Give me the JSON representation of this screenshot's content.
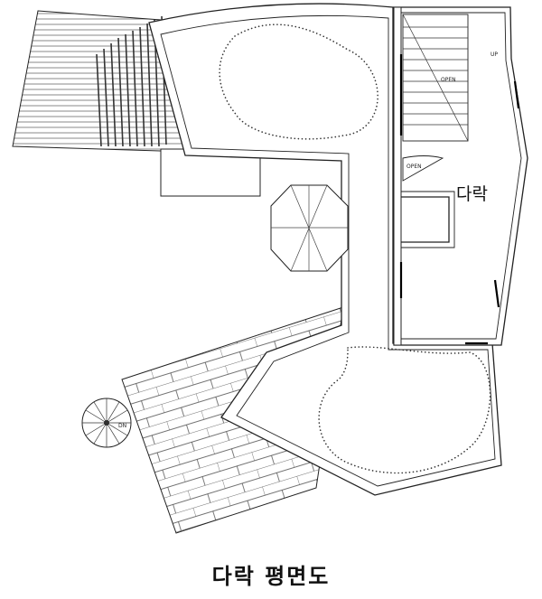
{
  "plan": {
    "title": "다락 평면도",
    "room_label": "다락",
    "stair_up_label": "UP",
    "stair_open_label": "OPEN",
    "door_open_label": "OPEN",
    "spiral_stair_label": "DN"
  }
}
